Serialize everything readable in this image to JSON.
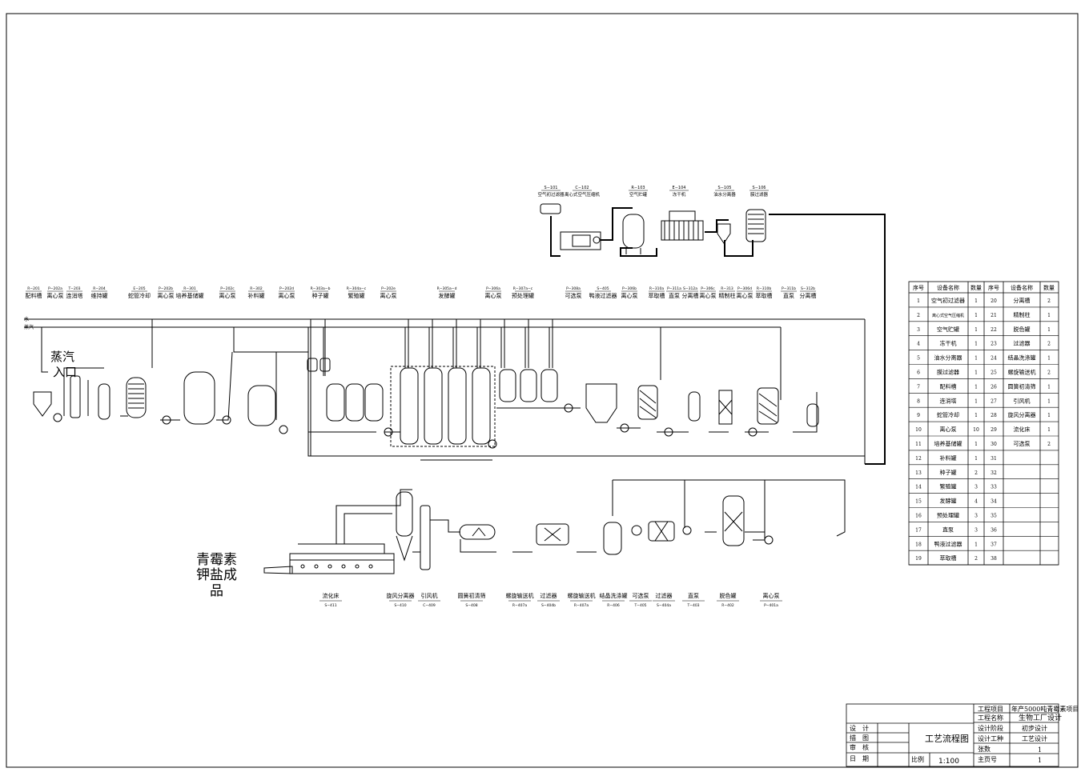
{
  "lines": {
    "water": "水",
    "steam": "蒸汽"
  },
  "steam_inlet": [
    "蒸汽",
    "入口"
  ],
  "product": [
    "青霉素",
    "钾盐成",
    "品"
  ],
  "air_labels": [
    {
      "tag": "S−101",
      "name": "空气初过滤器"
    },
    {
      "tag": "C−102",
      "name": "离心式空气压缩机"
    },
    {
      "tag": "R−103",
      "name": "空气贮罐"
    },
    {
      "tag": "E−104",
      "name": "冻干机"
    },
    {
      "tag": "S−105",
      "name": "油水分离器"
    },
    {
      "tag": "S−106",
      "name": "膜过滤器"
    }
  ],
  "row1_labels": [
    {
      "tag": "R−201",
      "name": "配料槽"
    },
    {
      "tag": "P−202a",
      "name": "离心泵"
    },
    {
      "tag": "T−203",
      "name": "连消塔"
    },
    {
      "tag": "R−204",
      "name": "维持罐"
    },
    {
      "tag": "E−205",
      "name": "蛇管冷却"
    },
    {
      "tag": "P−202b",
      "name": "离心泵"
    },
    {
      "tag": "R−301",
      "name": "培养基储罐"
    },
    {
      "tag": "P−202c",
      "name": "离心泵"
    },
    {
      "tag": "R−302",
      "name": "补料罐"
    },
    {
      "tag": "P−202d",
      "name": "离心泵"
    },
    {
      "tag": "R−303a−b",
      "name": "种子罐"
    },
    {
      "tag": "R−304a−c",
      "name": "繁殖罐"
    },
    {
      "tag": "P−202e",
      "name": "离心泵"
    },
    {
      "tag": "R−305a−d",
      "name": "发酵罐"
    },
    {
      "tag": "P−306a",
      "name": "离心泵"
    },
    {
      "tag": "R−307a−c",
      "name": "预处理罐"
    },
    {
      "tag": "P−308a",
      "name": "可选泵"
    },
    {
      "tag": "S−405",
      "name": "鸭液过滤器"
    },
    {
      "tag": "P−306b",
      "name": "离心泵"
    },
    {
      "tag": "R−310a",
      "name": "萃取槽"
    },
    {
      "tag": "P−311a",
      "name": "直泵"
    },
    {
      "tag": "S−312a",
      "name": "分离槽"
    },
    {
      "tag": "P−306c",
      "name": "离心泵"
    },
    {
      "tag": "R−313",
      "name": "精制柱"
    },
    {
      "tag": "P−306d",
      "name": "离心泵"
    },
    {
      "tag": "R−310b",
      "name": "萃取槽"
    },
    {
      "tag": "P−311b",
      "name": "直泵"
    },
    {
      "tag": "S−312b",
      "name": "分离槽"
    }
  ],
  "bottom_labels": [
    {
      "name": "流化床",
      "tag": "S−411"
    },
    {
      "name": "旋风分离器",
      "tag": "S−410"
    },
    {
      "name": "引风机",
      "tag": "C−409"
    },
    {
      "name": "圆簧初清筛",
      "tag": "S−408"
    },
    {
      "name": "螺旋输送机",
      "tag": "R−407a"
    },
    {
      "name": "过滤器",
      "tag": "S−404b"
    },
    {
      "name": "螺旋输送机",
      "tag": "R−407a"
    },
    {
      "name": "结晶洗涤罐",
      "tag": "R−406"
    },
    {
      "name": "可选泵",
      "tag": "T−405"
    },
    {
      "name": "过滤器",
      "tag": "S−404a"
    },
    {
      "name": "直泵",
      "tag": "T−403"
    },
    {
      "name": "脱色罐",
      "tag": "R−402"
    },
    {
      "name": "离心泵",
      "tag": "P−401a"
    }
  ],
  "equipment_table": {
    "headers": [
      "序号",
      "设备名称",
      "数量",
      "序号",
      "设备名称",
      "数量"
    ],
    "rows": [
      [
        "1",
        "空气初过滤器",
        "1",
        "20",
        "分离槽",
        "2"
      ],
      [
        "2",
        "离心式空气压缩机",
        "1",
        "21",
        "精制柱",
        "1"
      ],
      [
        "3",
        "空气贮罐",
        "1",
        "22",
        "脱色罐",
        "1"
      ],
      [
        "4",
        "冻干机",
        "1",
        "23",
        "过滤器",
        "2"
      ],
      [
        "5",
        "油水分离器",
        "1",
        "24",
        "结晶洗涤罐",
        "1"
      ],
      [
        "6",
        "膜过滤器",
        "1",
        "25",
        "螺旋输送机",
        "2"
      ],
      [
        "7",
        "配料槽",
        "1",
        "26",
        "圆簧初清筛",
        "1"
      ],
      [
        "8",
        "连消塔",
        "1",
        "27",
        "引风机",
        "1"
      ],
      [
        "9",
        "蛇管冷却",
        "1",
        "28",
        "旋风分离器",
        "1"
      ],
      [
        "10",
        "离心泵",
        "10",
        "29",
        "流化床",
        "1"
      ],
      [
        "11",
        "培养基储罐",
        "1",
        "30",
        "可选泵",
        "2"
      ],
      [
        "12",
        "补料罐",
        "1",
        "31",
        "",
        ""
      ],
      [
        "13",
        "种子罐",
        "2",
        "32",
        "",
        ""
      ],
      [
        "14",
        "繁殖罐",
        "3",
        "33",
        "",
        ""
      ],
      [
        "15",
        "发酵罐",
        "4",
        "34",
        "",
        ""
      ],
      [
        "16",
        "预处理罐",
        "3",
        "35",
        "",
        ""
      ],
      [
        "17",
        "直泵",
        "3",
        "36",
        "",
        ""
      ],
      [
        "18",
        "鸭液过滤器",
        "1",
        "37",
        "",
        ""
      ],
      [
        "19",
        "萃取槽",
        "2",
        "38",
        "",
        ""
      ]
    ]
  },
  "title_block": {
    "project_label": "工程项目",
    "project_value": "年产5000吨青霉素项目",
    "name_label": "工程名称",
    "name_value": "生物工厂设计",
    "stage_label": "设计阶段",
    "stage_value": "初步设计",
    "type_label": "设计工种",
    "type_value": "工艺设计",
    "sheets_label": "张数",
    "sheets_value": "1",
    "page_label": "主页号",
    "page_value": "1",
    "design_label": "设　计",
    "drawing_label": "描　图",
    "review_label": "审　核",
    "date_label": "日　期",
    "title": "工艺流程图",
    "scale_label": "比例",
    "scale_value": "1:100"
  }
}
